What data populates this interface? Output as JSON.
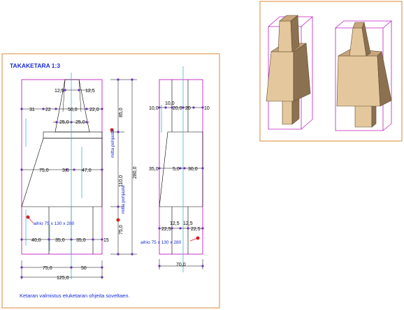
{
  "drawing": {
    "title": "TAKAKETARA  1:3",
    "note": "Ketaran valmistus etuketaran ohjeita soveltaen.",
    "front_view": {
      "top_dims": [
        "12,5",
        "12,5"
      ],
      "row1_dims": [
        "31",
        "22",
        "50,0",
        "22,0"
      ],
      "row2_dims": [
        "25,0",
        "25,0"
      ],
      "middle_dims": [
        "75,0",
        "3,0",
        "47,0"
      ],
      "bottom_dims": [
        "40,0",
        "35,0",
        "35,0",
        "15"
      ],
      "overall_dims": [
        "75,0",
        "50",
        "125,0"
      ],
      "blank_label": "aihio 75 x 130 x 280"
    },
    "height_dims": {
      "top": "85,0",
      "mid": "110,0",
      "bottom": "75,0",
      "total": "280,0",
      "note_upper": "mitta pohjasta",
      "note_lower": "mitta pohjasta"
    },
    "side_view": {
      "top_dims": [
        "10,0",
        "10,0",
        "20,0",
        "20",
        "10"
      ],
      "middle_dims": [
        "35,0",
        "5,0",
        "30,0"
      ],
      "bottom_dims": [
        "22,5",
        "12,5",
        "12,5",
        "22,5"
      ],
      "overall_dim": "70,0",
      "blank_label": "aihio 75 x 130 x 280"
    }
  },
  "colors": {
    "frame": "#d98a3a",
    "magenta": "#c21fc2",
    "cyan": "#3bb8d0",
    "dim_line": "#000000",
    "blue": "#1a2bd8",
    "wood_light": "#e4c79c",
    "wood_mid": "#c8a57a",
    "wood_dark": "#8c7150",
    "marker": "#d82020"
  }
}
